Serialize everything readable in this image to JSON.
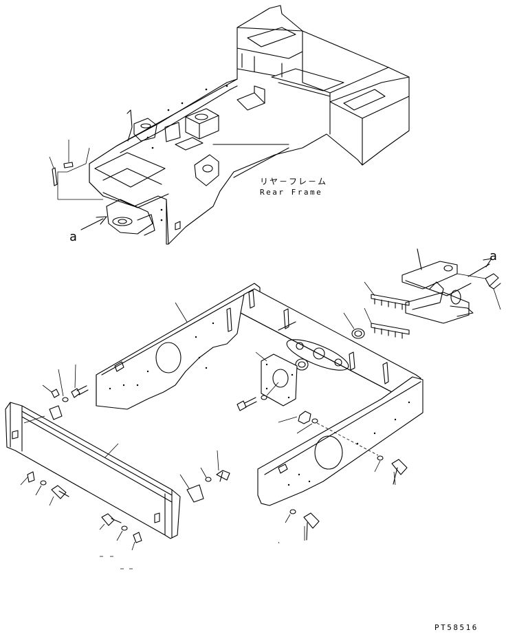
{
  "labels": {
    "part_name_jp": "リヤ－フレ－ム",
    "part_name_en": "Rear Frame",
    "ref_arrow_left": "a",
    "ref_arrow_right": "a",
    "drawing_code": "PT58516"
  }
}
